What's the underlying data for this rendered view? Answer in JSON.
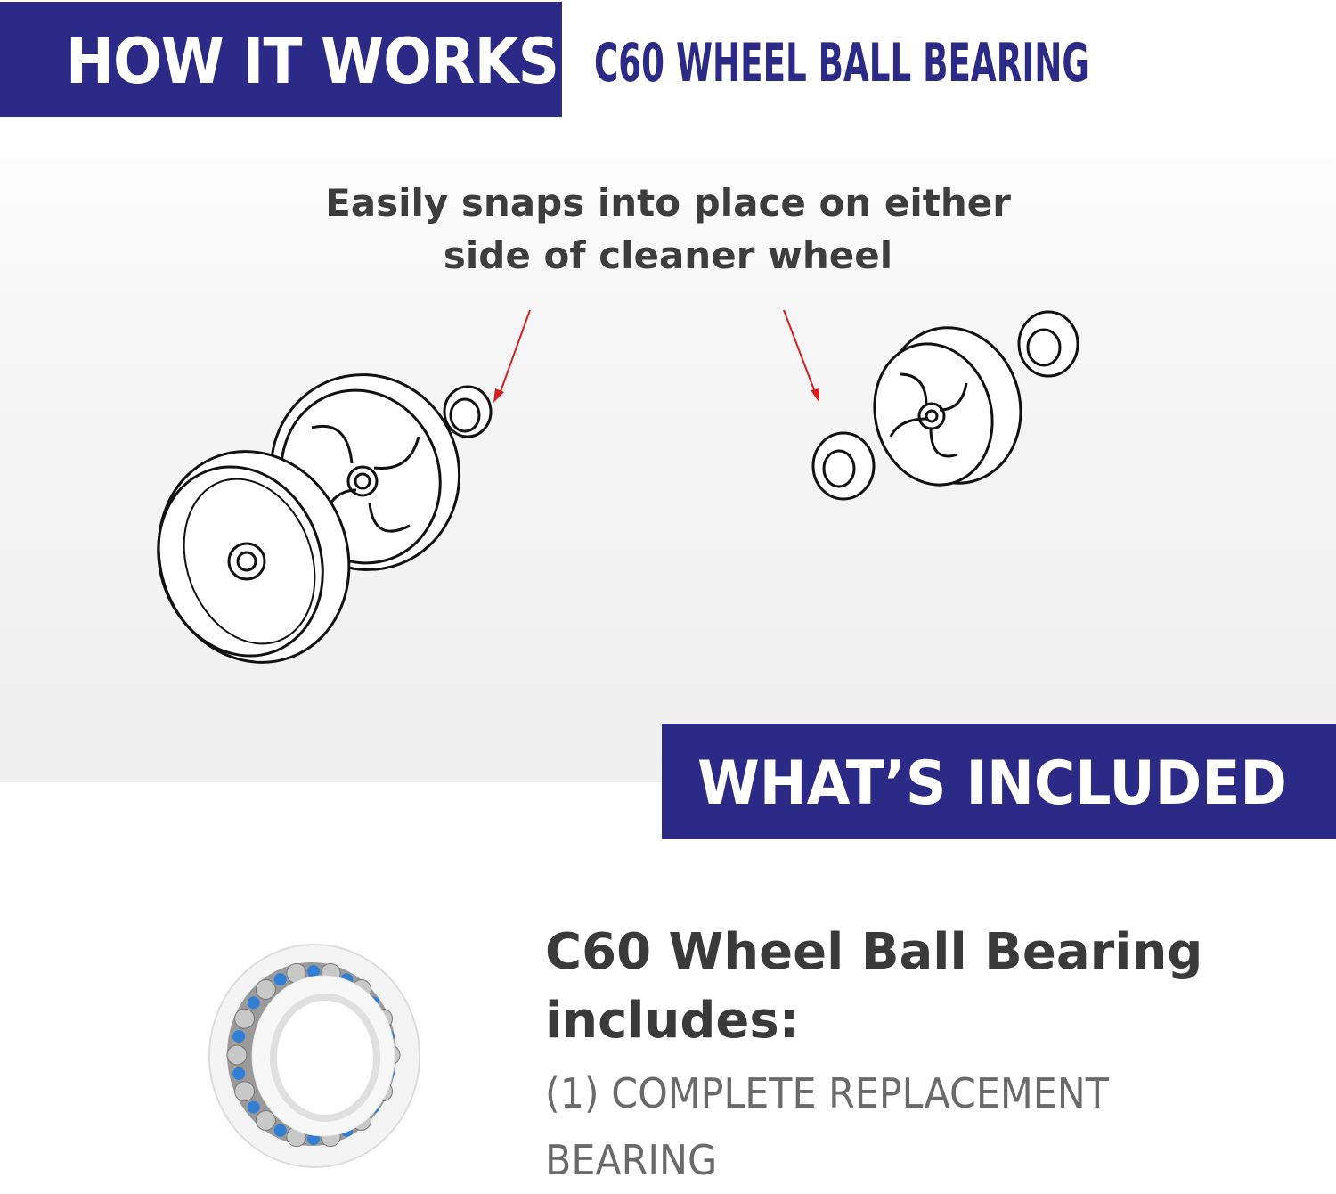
{
  "header": {
    "section_title": "HOW IT WORKS",
    "product_title": "C60 WHEEL BALL BEARING"
  },
  "how_it_works": {
    "caption_line1": "Easily snaps into place on either",
    "caption_line2": "side of cleaner wheel"
  },
  "included": {
    "section_title": "WHAT’S INCLUDED",
    "product_line1": "C60 Wheel Ball Bearing",
    "product_line2": "includes:",
    "item_line1": "(1) COMPLETE REPLACEMENT",
    "item_line2": "BEARING"
  },
  "colors": {
    "brand_navy": "#2b2a87",
    "arrow_red": "#d42020",
    "bearing_blue": "#2f7fd6"
  }
}
